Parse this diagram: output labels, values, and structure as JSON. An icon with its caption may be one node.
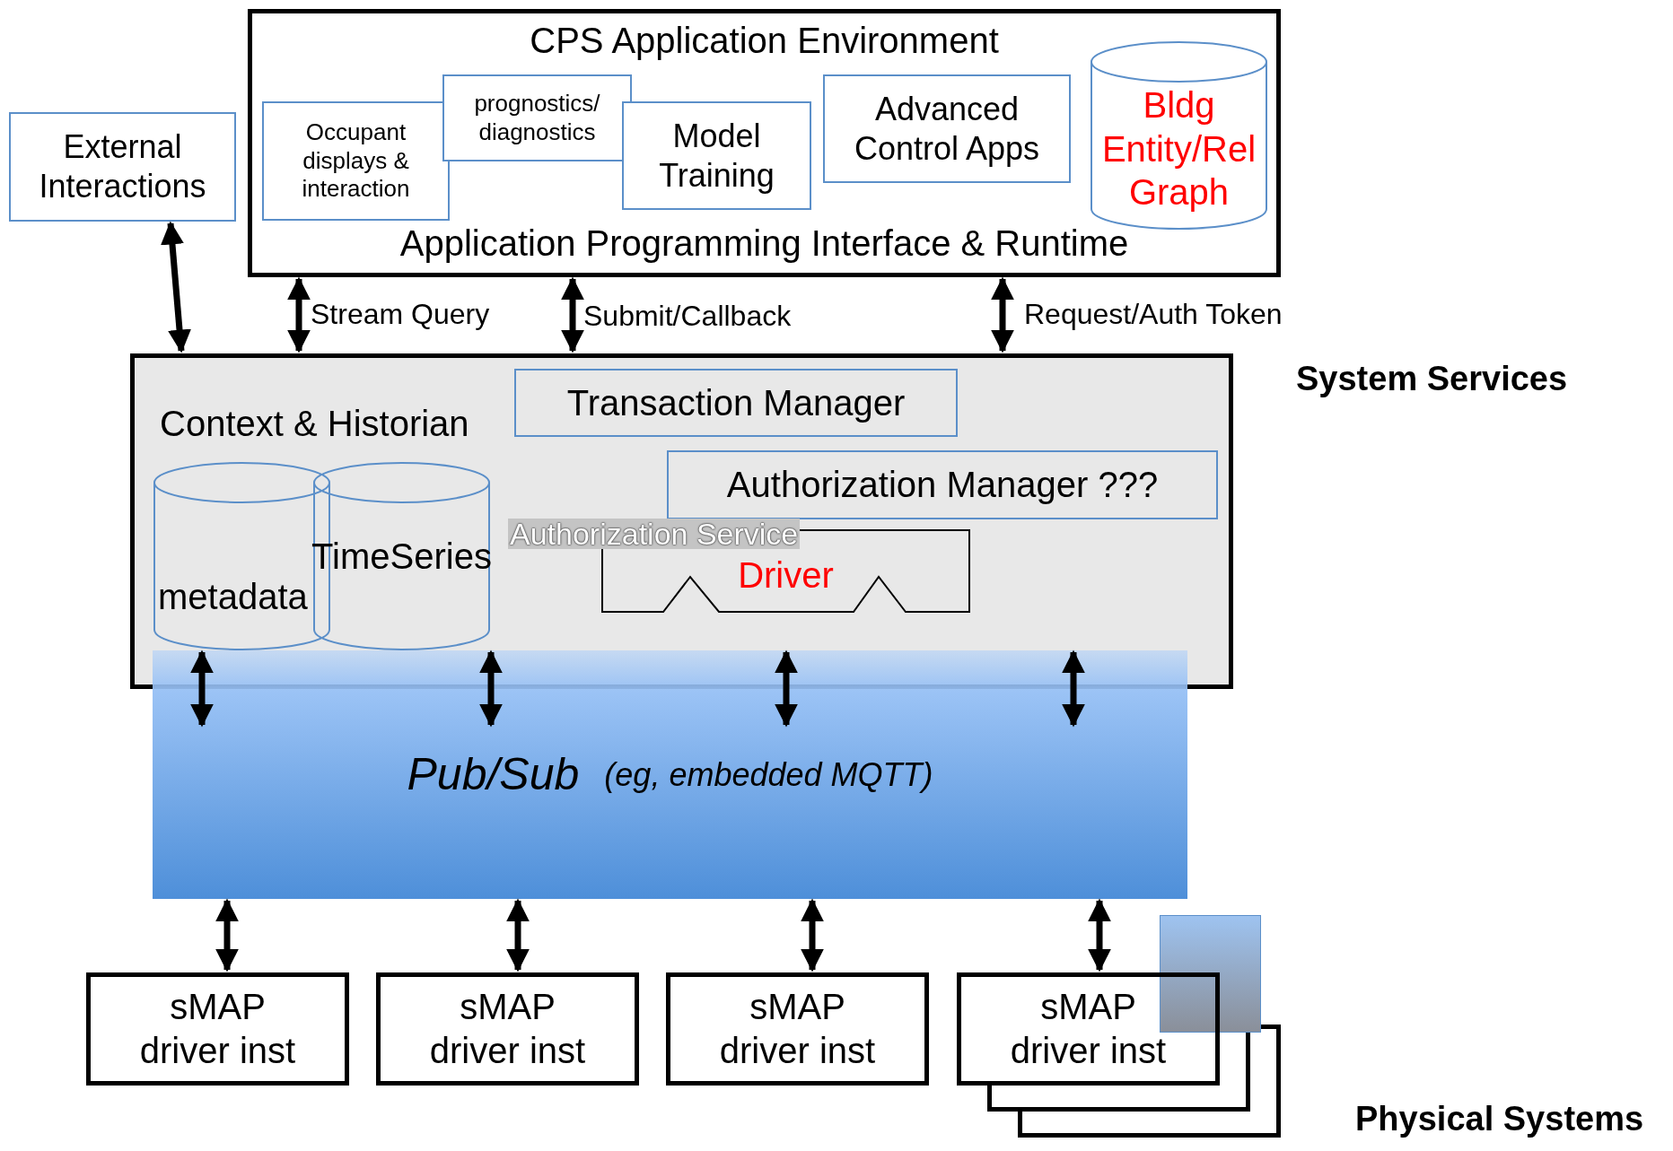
{
  "diagram": {
    "nodes": [
      {
        "text": [
          "CPS Application Environment",
          "Application Programming Interface & Runtime"
        ]
      },
      {
        "text": [
          "Occupant displays & interaction"
        ],
        "in": 0
      },
      {
        "text": [
          "prognostics/ diagnostics"
        ],
        "in": 0
      },
      {
        "text": [
          "Model Training"
        ],
        "in": 0
      },
      {
        "text": [
          "Advanced Control Apps"
        ],
        "in": 0
      },
      {
        "text": [
          "Bldg Entity/Rel Graph"
        ],
        "in": 0
      },
      {
        "text": [
          "External Interactions"
        ]
      },
      {
        "text": [
          "System Services"
        ]
      },
      {
        "text": [
          "Transaction Manager"
        ],
        "in": 7
      },
      {
        "text": [
          "Authorization Manager ???"
        ],
        "in": 7
      },
      {
        "text": [
          "metadata"
        ],
        "in": 7
      },
      {
        "text": [
          "TimeSeries"
        ],
        "in": 7
      },
      {
        "text": [
          "Driver"
        ],
        "in": 7
      },
      {
        "text": [
          "Pub/Sub",
          "(eg, embedded MQTT)"
        ]
      },
      {
        "text": [
          "sMAP driver inst"
        ]
      },
      {
        "text": [
          "sMAP driver inst"
        ]
      },
      {
        "text": [
          "sMAP driver inst"
        ]
      },
      {
        "text": [
          "sMAP driver inst"
        ]
      },
      {
        "text": [],
        "shape": "box"
      }
    ],
    "edges": [
      {
        "from": 6,
        "to": 7,
        "arrow": "both"
      },
      {
        "from": 0,
        "to": 7,
        "label": "Stream Query",
        "arrow": "both"
      },
      {
        "from": 0,
        "to": 7,
        "label": "Submit/Callback",
        "arrow": "both"
      },
      {
        "from": 0,
        "to": 7,
        "label": "Request/Auth Token",
        "arrow": "both"
      },
      {
        "from": 7,
        "to": 13,
        "arrow": "both"
      },
      {
        "from": 7,
        "to": 13,
        "arrow": "both"
      },
      {
        "from": 7,
        "to": 13,
        "arrow": "both"
      },
      {
        "from": 7,
        "to": 13,
        "arrow": "both"
      },
      {
        "from": 13,
        "to": 14,
        "arrow": "both"
      },
      {
        "from": 13,
        "to": 15,
        "arrow": "both"
      },
      {
        "from": 13,
        "to": 16,
        "arrow": "both"
      },
      {
        "from": 13,
        "to": 17,
        "arrow": "both"
      }
    ],
    "labels": [
      "Context & Historian",
      "Authorization Service",
      "Physical Systems"
    ]
  }
}
